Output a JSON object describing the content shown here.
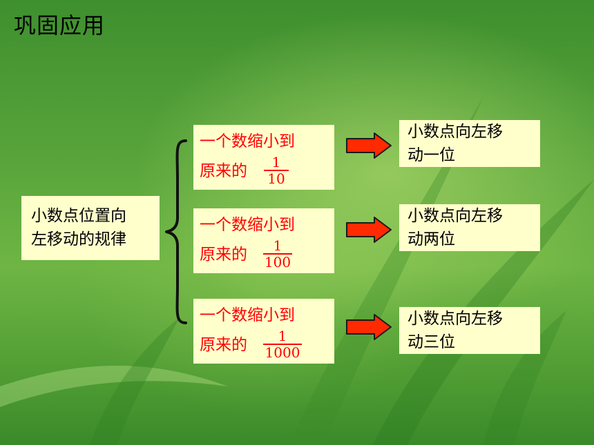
{
  "slide": {
    "title": "巩固应用",
    "rule": {
      "line1": "小数点位置向",
      "line2": "左移动的规律"
    },
    "rows": [
      {
        "condition_line1": "一个数缩小到",
        "condition_line2": "原来的",
        "fraction_numerator": "1",
        "fraction_denominator": "10",
        "result_line1": "小数点向左移",
        "result_line2": "动一位"
      },
      {
        "condition_line1": "一个数缩小到",
        "condition_line2": "原来的",
        "fraction_numerator": "1",
        "fraction_denominator": "100",
        "result_line1": "小数点向左移",
        "result_line2": "动两位"
      },
      {
        "condition_line1": "一个数缩小到",
        "condition_line2": "原来的",
        "fraction_numerator": "1",
        "fraction_denominator": "1000",
        "result_line1": "小数点向左移",
        "result_line2": "动三位"
      }
    ]
  },
  "colors": {
    "box_fill": "#ffffcc",
    "condition_text": "#ff0000",
    "arrow_fill": "#ff2a00",
    "arrow_outline": "#1a1a1a"
  },
  "icons": {
    "arrow": "right-arrow-icon",
    "brace": "left-curly-brace"
  }
}
